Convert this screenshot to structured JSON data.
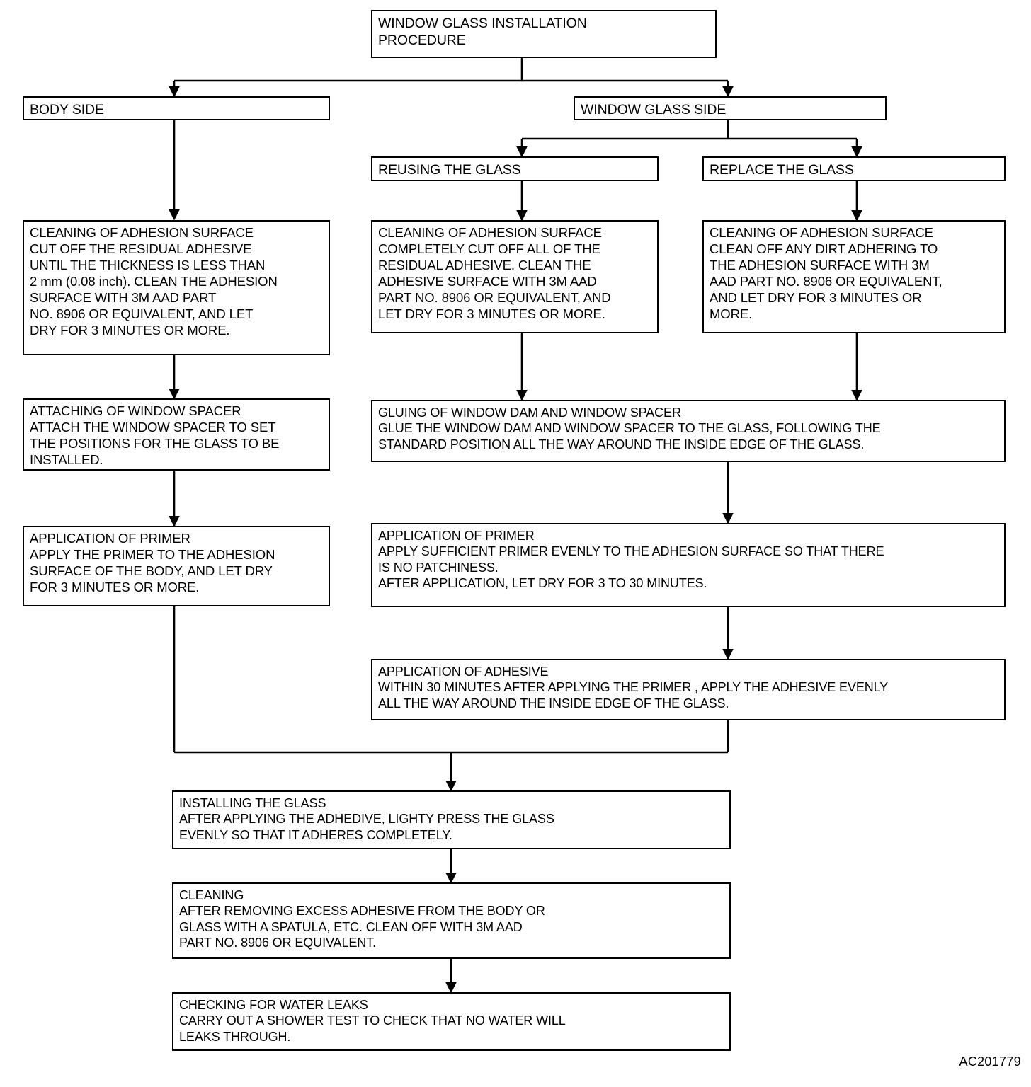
{
  "diagram": {
    "title": "WINDOW GLASS INSTALLATION PROCEDURE",
    "reference_code": "AC201779",
    "line_color": "#000000",
    "background_color": "#ffffff",
    "nodes": {
      "root": "WINDOW GLASS INSTALLATION\nPROCEDURE",
      "body_side": "BODY SIDE",
      "window_glass_side": "WINDOW GLASS SIDE",
      "reusing_the_glass": "REUSING THE GLASS",
      "replace_the_glass": "REPLACE  THE GLASS",
      "body_cleaning": "CLEANING OF ADHESION SURFACE\nCUT OFF THE RESIDUAL ADHESIVE\nUNTIL THE THICKNESS IS LESS THAN\n2 mm (0.08 inch). CLEAN THE ADHESION\nSURFACE WITH 3M  AAD PART\nNO. 8906 OR EQUIVALENT, AND LET\nDRY FOR 3 MINUTES OR MORE.",
      "reuse_cleaning": "CLEANING OF ADHESION SURFACE\nCOMPLETELY CUT OFF ALL OF THE\nRESIDUAL ADHESIVE. CLEAN THE\nADHESIVE SURFACE WITH 3M  AAD\nPART NO. 8906 OR EQUIVALENT, AND\nLET DRY FOR 3 MINUTES OR MORE.",
      "replace_cleaning": "CLEANING OF ADHESION SURFACE\nCLEAN OFF ANY DIRT ADHERING TO\nTHE ADHESION SURFACE WITH 3M\nAAD PART NO. 8906 OR EQUIVALENT,\nAND LET DRY FOR 3 MINUTES OR\nMORE.",
      "attaching_spacer": "ATTACHING OF WINDOW SPACER\nATTACH THE WINDOW SPACER TO SET\nTHE POSITIONS FOR THE GLASS TO BE\nINSTALLED.",
      "gluing_dam_spacer": "GLUING OF WINDOW DAM AND WINDOW SPACER\nGLUE THE WINDOW DAM AND WINDOW SPACER TO THE GLASS, FOLLOWING THE\nSTANDARD POSITION ALL THE WAY AROUND THE INSIDE EDGE OF THE GLASS.",
      "body_primer": "APPLICATION OF PRIMER\nAPPLY THE PRIMER TO THE ADHESION\nSURFACE OF THE BODY, AND LET DRY\nFOR 3 MINUTES OR MORE.",
      "glass_primer": "APPLICATION OF PRIMER\nAPPLY SUFFICIENT PRIMER EVENLY TO THE ADHESION SURFACE SO THAT THERE\nIS NO PATCHINESS.\nAFTER APPLICATION, LET DRY FOR 3 TO 30 MINUTES.",
      "application_adhesive": "APPLICATION OF ADHESIVE\nWITHIN 30 MINUTES AFTER APPLYING THE PRIMER , APPLY THE ADHESIVE EVENLY\nALL THE WAY AROUND THE INSIDE EDGE OF THE GLASS.",
      "installing_glass": "INSTALLING THE GLASS\nAFTER APPLYING THE ADHEDIVE, LIGHTY  PRESS THE GLASS\nEVENLY SO THAT IT ADHERES COMPLETELY.",
      "cleaning": "CLEANING\nAFTER REMOVING EXCESS ADHESIVE FROM THE BODY OR\nGLASS WITH A SPATULA, ETC. CLEAN OFF  WITH 3M  AAD\nPART NO. 8906 OR EQUIVALENT.",
      "checking_water_leaks": "CHECKING FOR WATER  LEAKS\nCARRY OUT A SHOWER TEST TO CHECK THAT NO WATER WILL\nLEAKS THROUGH."
    }
  }
}
